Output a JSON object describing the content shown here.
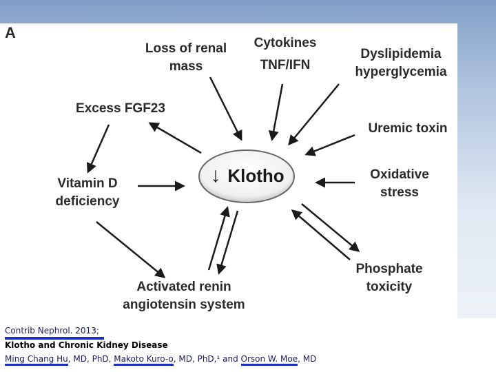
{
  "panel_label": "A",
  "center": {
    "arrow_glyph": "↓",
    "label": "Klotho"
  },
  "nodes": {
    "loss_renal_mass": [
      "Loss of renal",
      "mass"
    ],
    "cytokines": [
      "Cytokines",
      "TNF/IFN"
    ],
    "dyslipidemia": [
      "Dyslipidemia",
      "hyperglycemia"
    ],
    "excess_fgf23": [
      "Excess FGF23"
    ],
    "uremic_toxin": [
      "Uremic toxin"
    ],
    "vitamin_d": [
      "Vitamin D",
      "deficiency"
    ],
    "oxidative_stress": [
      "Oxidative",
      "stress"
    ],
    "phosphate": [
      "Phosphate",
      "toxicity"
    ],
    "renin": [
      "Activated renin",
      "angiotensin system"
    ]
  },
  "citation": {
    "journal": "Contrib Nephrol. 2013;",
    "title": "Klotho and Chronic Kidney Disease",
    "author1": "Ming Chang Hu",
    "deg1": ", MD, PhD, ",
    "author2": "Makoto Kuro-o",
    "deg2": ", MD, PhD,¹ and ",
    "author3": "Orson W. Moe",
    "deg3": ", MD"
  },
  "colors": {
    "text": "#2a2a2a",
    "link_underline": "#1b2fb8"
  }
}
